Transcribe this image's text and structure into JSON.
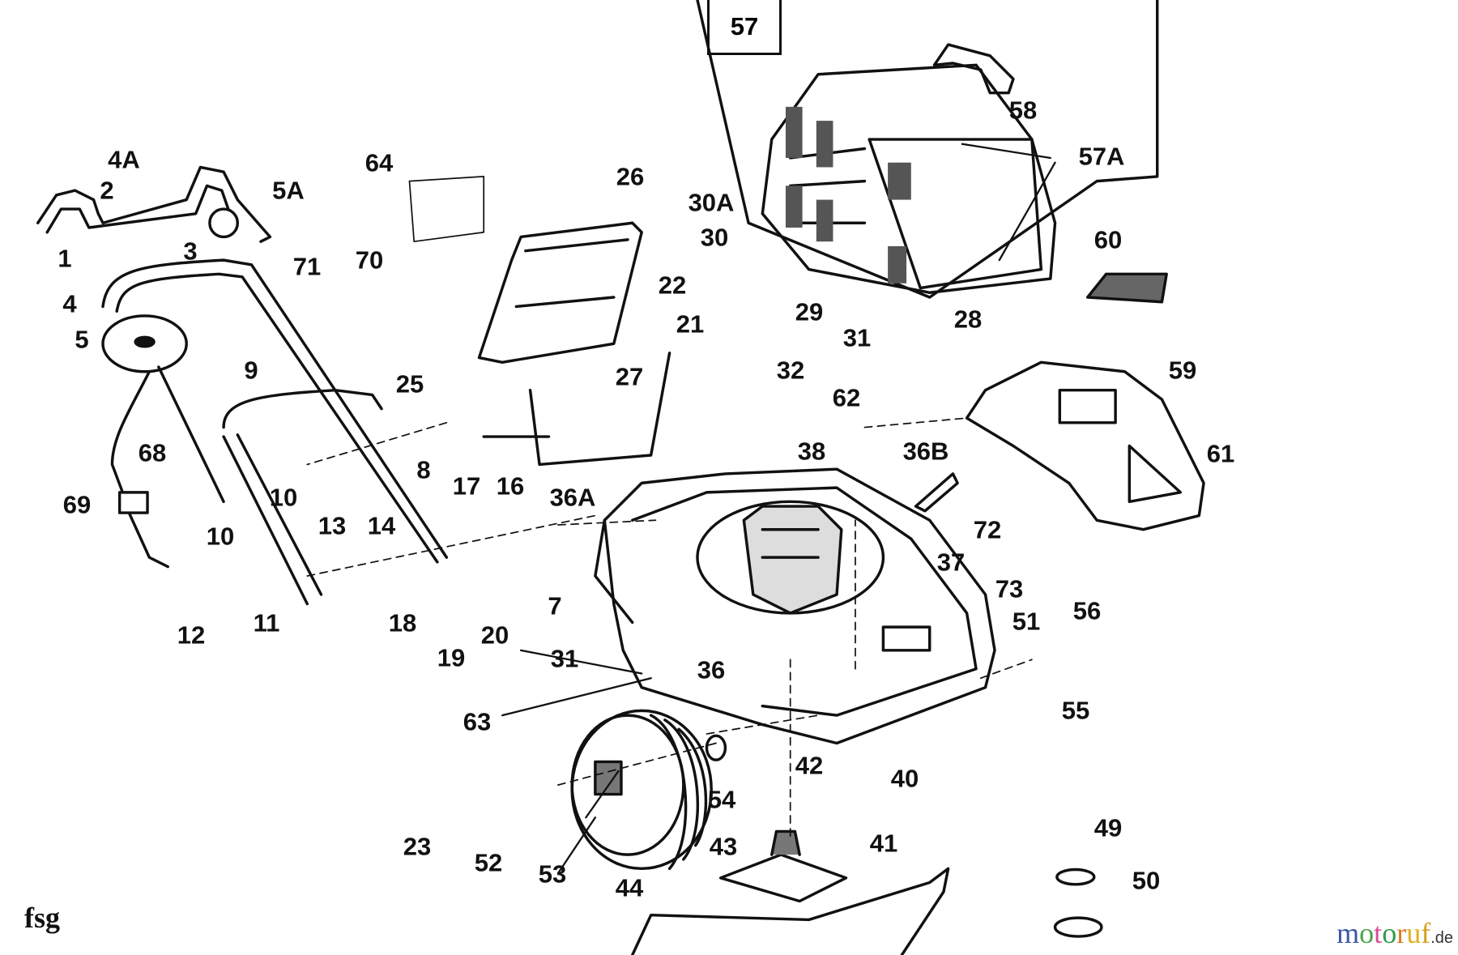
{
  "diagram": {
    "title_box": "57",
    "corner_code": "fsg",
    "watermark": {
      "letters": [
        "m",
        "o",
        "t",
        "o",
        "r",
        "u",
        "f"
      ],
      "suffix": ".de"
    },
    "labels": [
      "58",
      "57A",
      "4A",
      "64",
      "26",
      "2",
      "5A",
      "30A",
      "1",
      "3",
      "71",
      "70",
      "30",
      "60",
      "22",
      "29",
      "4",
      "21",
      "28",
      "5",
      "31",
      "32",
      "59",
      "9",
      "25",
      "27",
      "62",
      "38",
      "36B",
      "61",
      "68",
      "8",
      "17",
      "16",
      "36A",
      "69",
      "10",
      "13",
      "14",
      "72",
      "10",
      "7",
      "37",
      "73",
      "12",
      "11",
      "18",
      "20",
      "19",
      "31",
      "36",
      "51",
      "56",
      "55",
      "63",
      "54",
      "42",
      "40",
      "41",
      "43",
      "49",
      "50",
      "23",
      "52",
      "53",
      "44"
    ]
  }
}
